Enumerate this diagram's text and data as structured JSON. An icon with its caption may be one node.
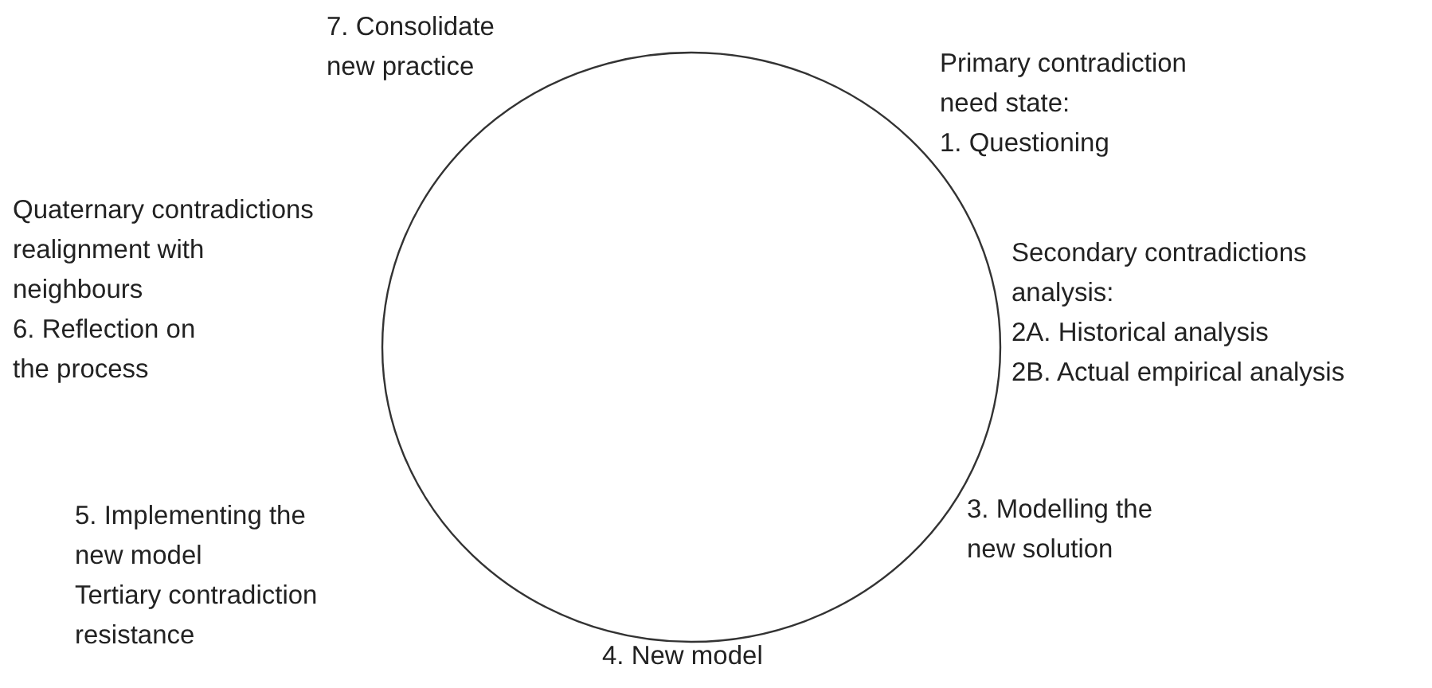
{
  "diagram": {
    "labels": [
      "7. Consolidate new practice",
      "Primary contradiction need state: 1. Questioning",
      "Quaternary contradictions realignment with neighbours 6. Reflection on the process",
      "Secondary contradictions analysis: 2A. Historical analysis 2B. Actual empirical analysis",
      "5. Implementing the new model Tertiary contradiction resistance",
      "3. Modelling the new solution",
      "4. New model"
    ]
  }
}
